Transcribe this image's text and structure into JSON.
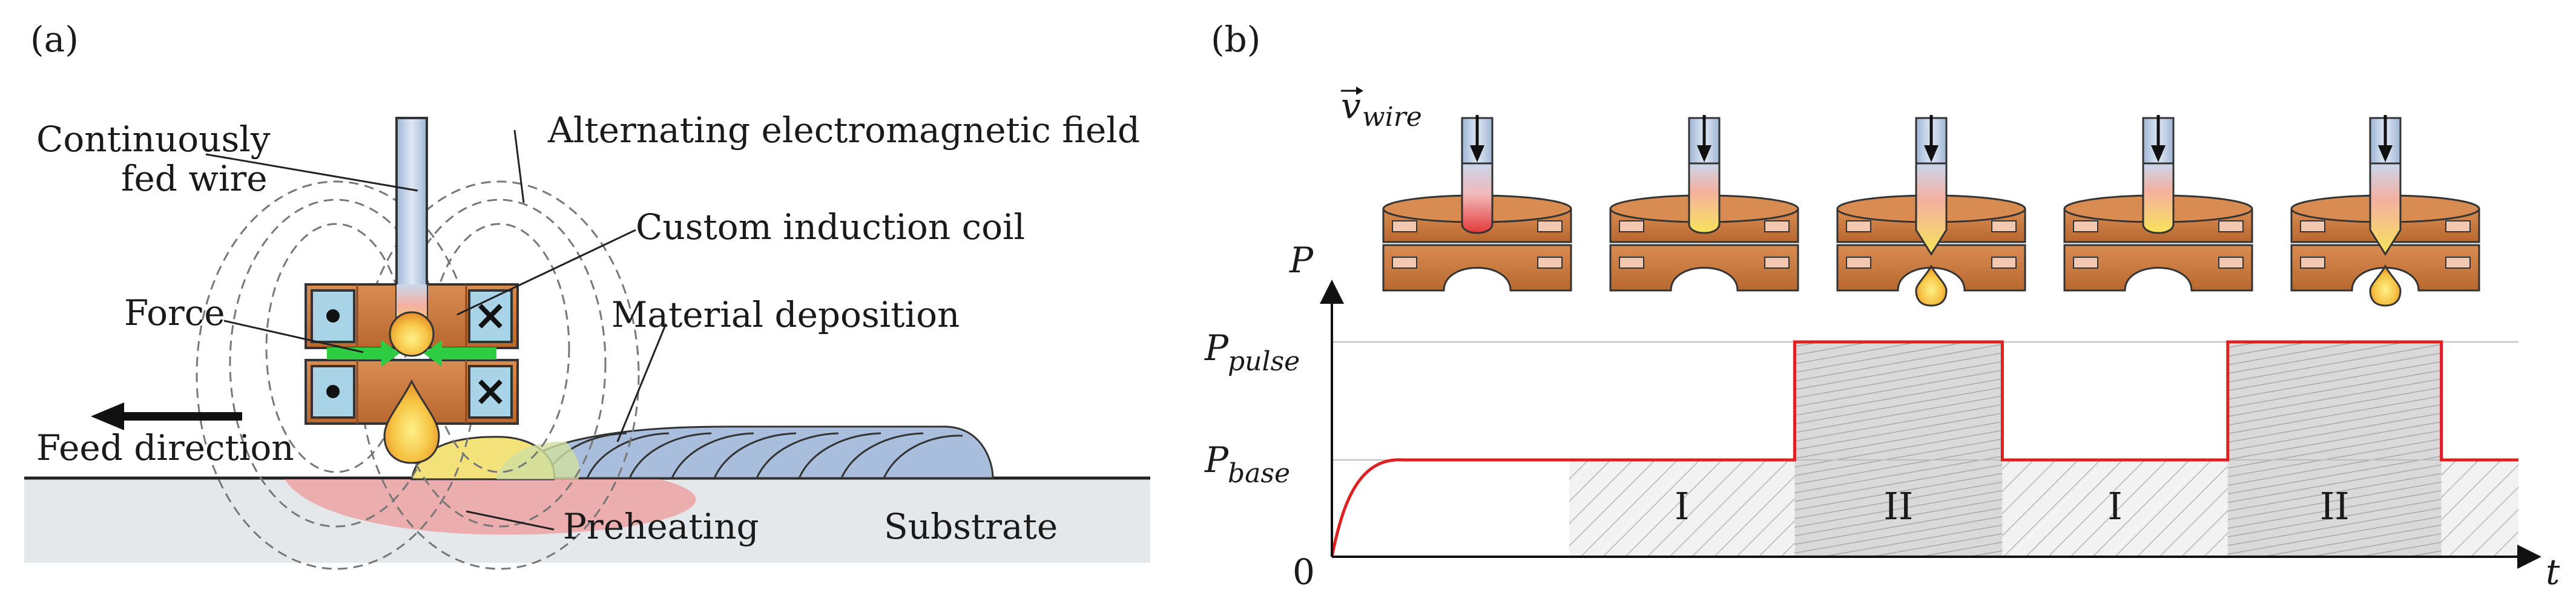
{
  "panel_a": {
    "tag": "(a)",
    "labels": {
      "wire_line1": "Continuously",
      "wire_line2": "fed wire",
      "field": "Alternating electromagnetic field",
      "coil": "Custom induction coil",
      "force": "Force",
      "deposition": "Material deposition",
      "feed": "Feed direction",
      "preheating": "Preheating",
      "substrate": "Substrate"
    },
    "colors": {
      "wire": "#c6d6ea",
      "coil": "#c87941",
      "coil_square": "#a9d3e6",
      "force_arrow": "#2ecc40",
      "bead": "#a8bedc",
      "preheat": "#ef9a9a",
      "substrate": "#e4e8ea",
      "droplet": "#f6c343"
    },
    "icons": [
      "dot-current-icon",
      "cross-current-icon",
      "force-arrow-icon",
      "feed-arrow-icon"
    ]
  },
  "panel_b": {
    "tag": "(b)",
    "velocity_label": "v",
    "velocity_subscript": "wire",
    "y_label": "P",
    "x_label": "t",
    "origin_label": "0",
    "p_pulse_main": "P",
    "p_pulse_sub": "pulse",
    "p_base_main": "P",
    "p_base_sub": "base",
    "phases": [
      {
        "label": "I",
        "start": 0.2,
        "end": 0.39,
        "level": "base"
      },
      {
        "label": "II",
        "start": 0.39,
        "end": 0.565,
        "level": "pulse"
      },
      {
        "label": "I",
        "start": 0.565,
        "end": 0.755,
        "level": "base"
      },
      {
        "label": "II",
        "start": 0.755,
        "end": 0.935,
        "level": "pulse"
      }
    ],
    "tail_segment": {
      "start": 0.935,
      "end": 1.0
    },
    "colors": {
      "power_line": "#e02020",
      "hatch": "#b0b0b0",
      "pulse_fill": "#d7d7d7"
    },
    "stages": [
      "stage-1",
      "stage-2",
      "stage-3",
      "stage-4",
      "stage-5"
    ]
  },
  "chart_data": {
    "type": "line",
    "xlabel": "t",
    "ylabel": "P",
    "series": [
      {
        "values": [
          [
            0.0,
            0.0
          ],
          [
            0.02,
            0.7
          ],
          [
            0.06,
            1.0
          ],
          [
            0.39,
            1.0
          ],
          [
            0.39,
            2.0
          ],
          [
            0.565,
            2.0
          ],
          [
            0.565,
            1.0
          ],
          [
            0.755,
            1.0
          ],
          [
            0.755,
            2.0
          ],
          [
            0.935,
            2.0
          ],
          [
            0.935,
            1.0
          ],
          [
            1.0,
            1.0
          ]
        ]
      }
    ],
    "y_ticks": [
      "P_base",
      "P_pulse"
    ],
    "regions": [
      "I",
      "II",
      "I",
      "II"
    ]
  }
}
